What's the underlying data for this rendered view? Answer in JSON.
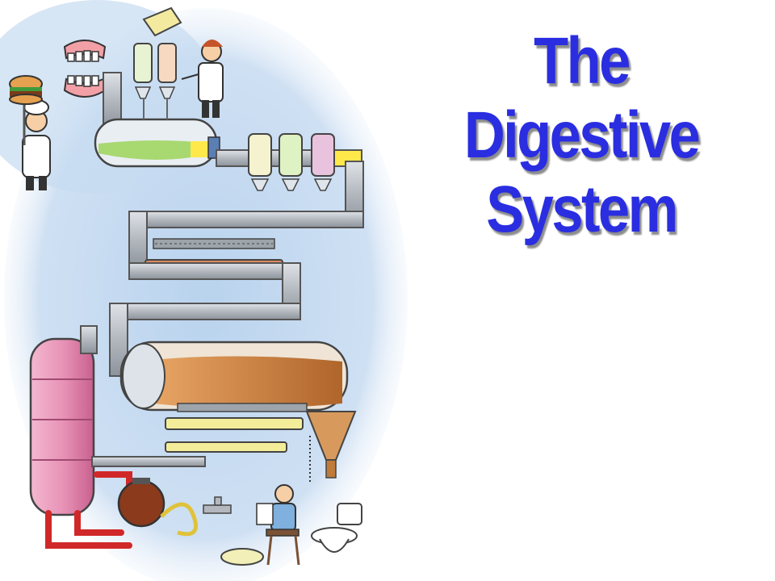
{
  "title": {
    "lines": [
      "The",
      "Digestive",
      "System"
    ],
    "color": "#2a2ee0"
  },
  "illustration": {
    "subject": "cartoon digestive machine"
  },
  "colors": {
    "background": "#ffffff",
    "halo": "#b9d3ee",
    "pipe": "#b3b8bf",
    "stomach_fluid": "#a8d870",
    "intestine_contents": "#c87a3c",
    "tank": "#e68fb4",
    "pump": "#8b3a1c",
    "red_pipe": "#d02828"
  }
}
